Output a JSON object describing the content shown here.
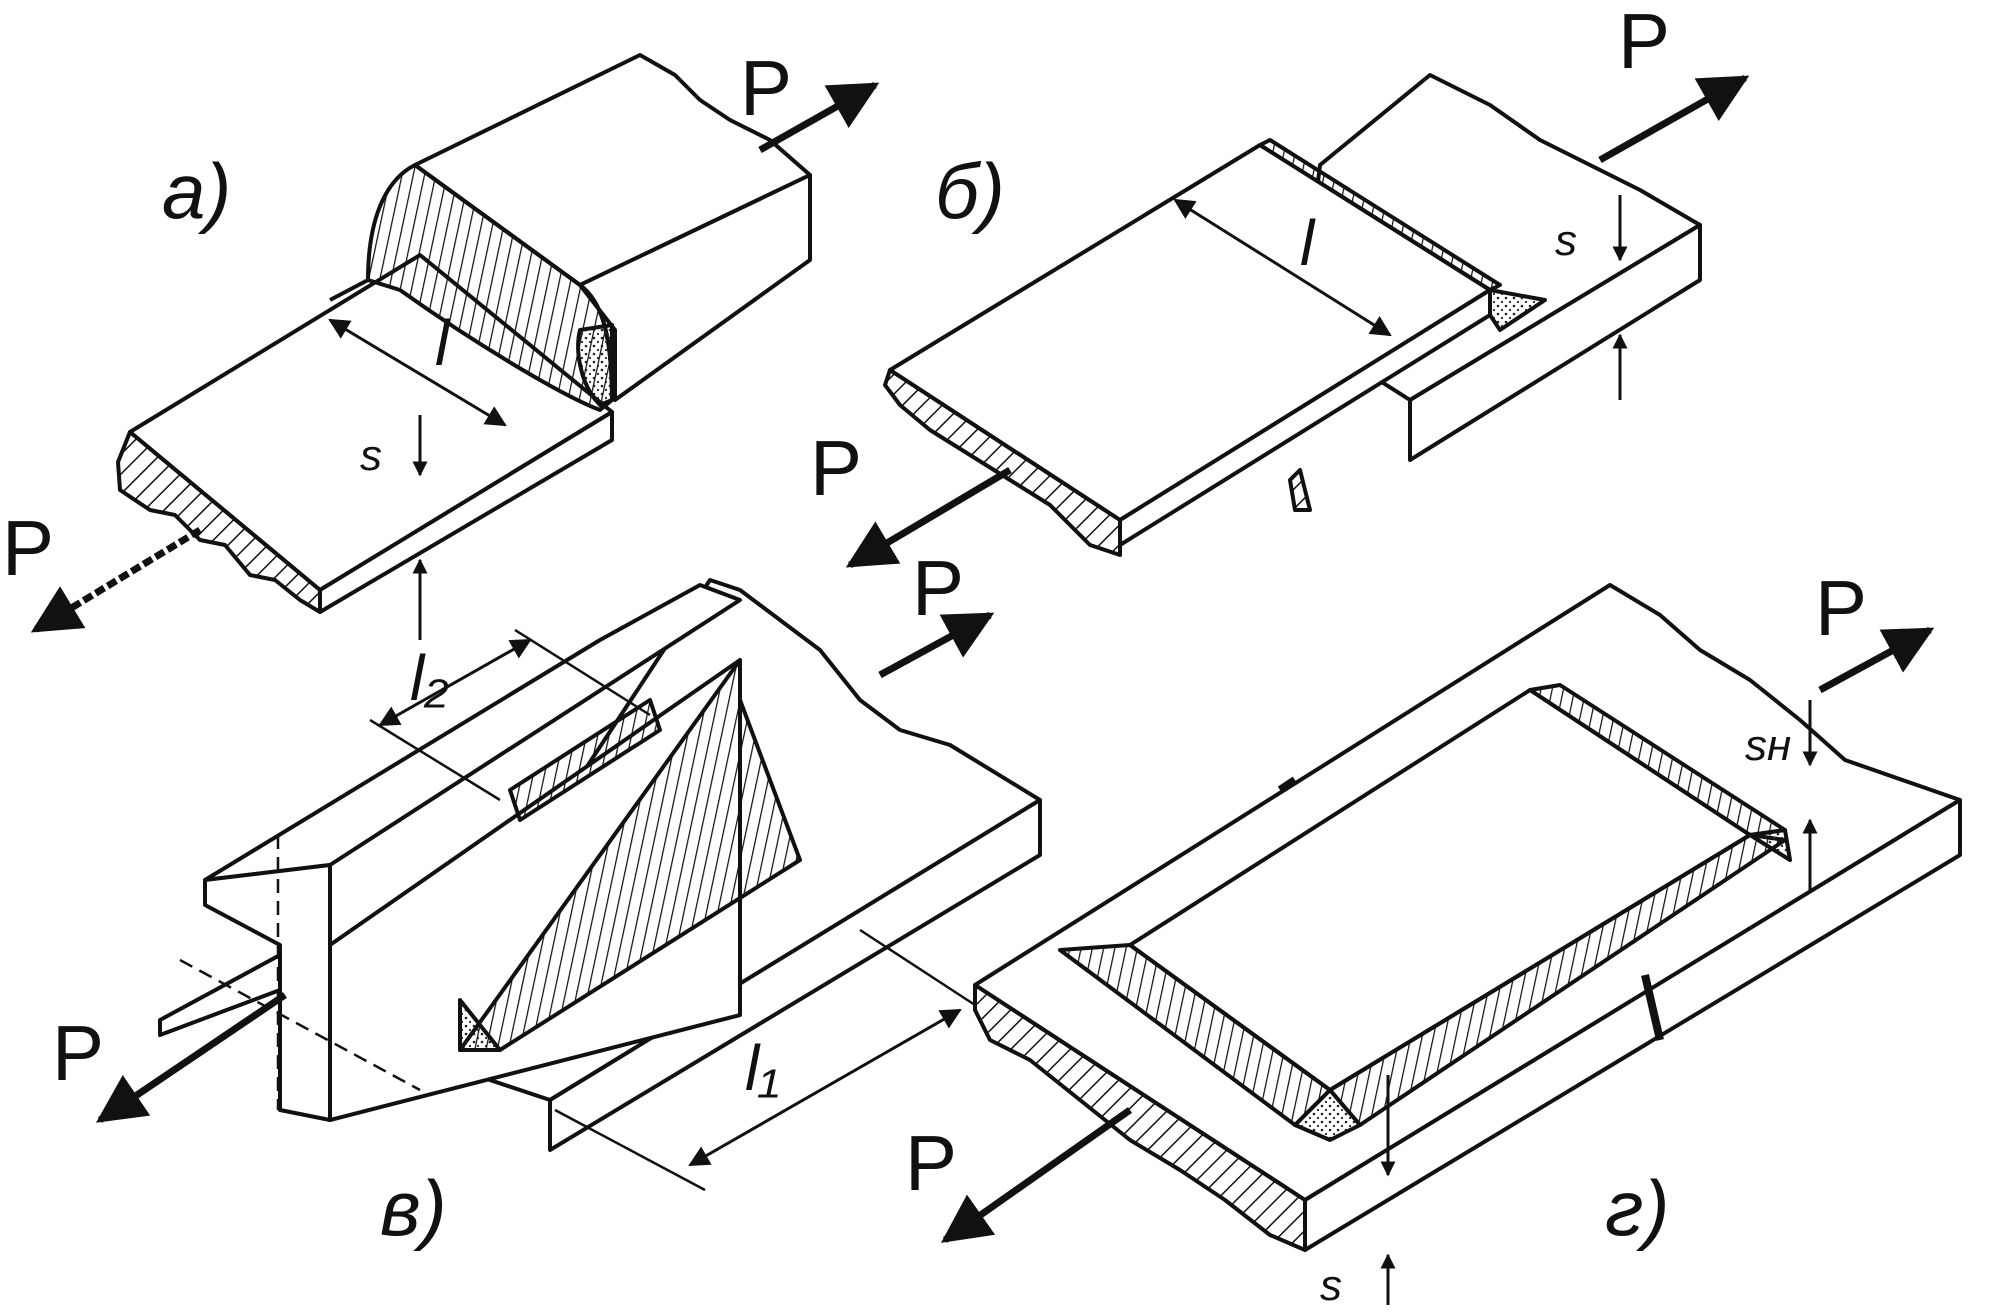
{
  "figure": {
    "panels": [
      {
        "id": "a",
        "caption": "а)",
        "force_label": "P",
        "dims": [
          "l",
          "s"
        ]
      },
      {
        "id": "b",
        "caption": "б)",
        "force_label": "P",
        "dims": [
          "l",
          "s"
        ]
      },
      {
        "id": "v",
        "caption": "в)",
        "force_label": "P",
        "dims": [
          "l₂",
          "l₁"
        ]
      },
      {
        "id": "g",
        "caption": "г)",
        "force_label": "P",
        "dims": [
          "sн",
          "s"
        ]
      }
    ]
  },
  "colors": {
    "ink": "#111111",
    "paper": "#ffffff"
  }
}
